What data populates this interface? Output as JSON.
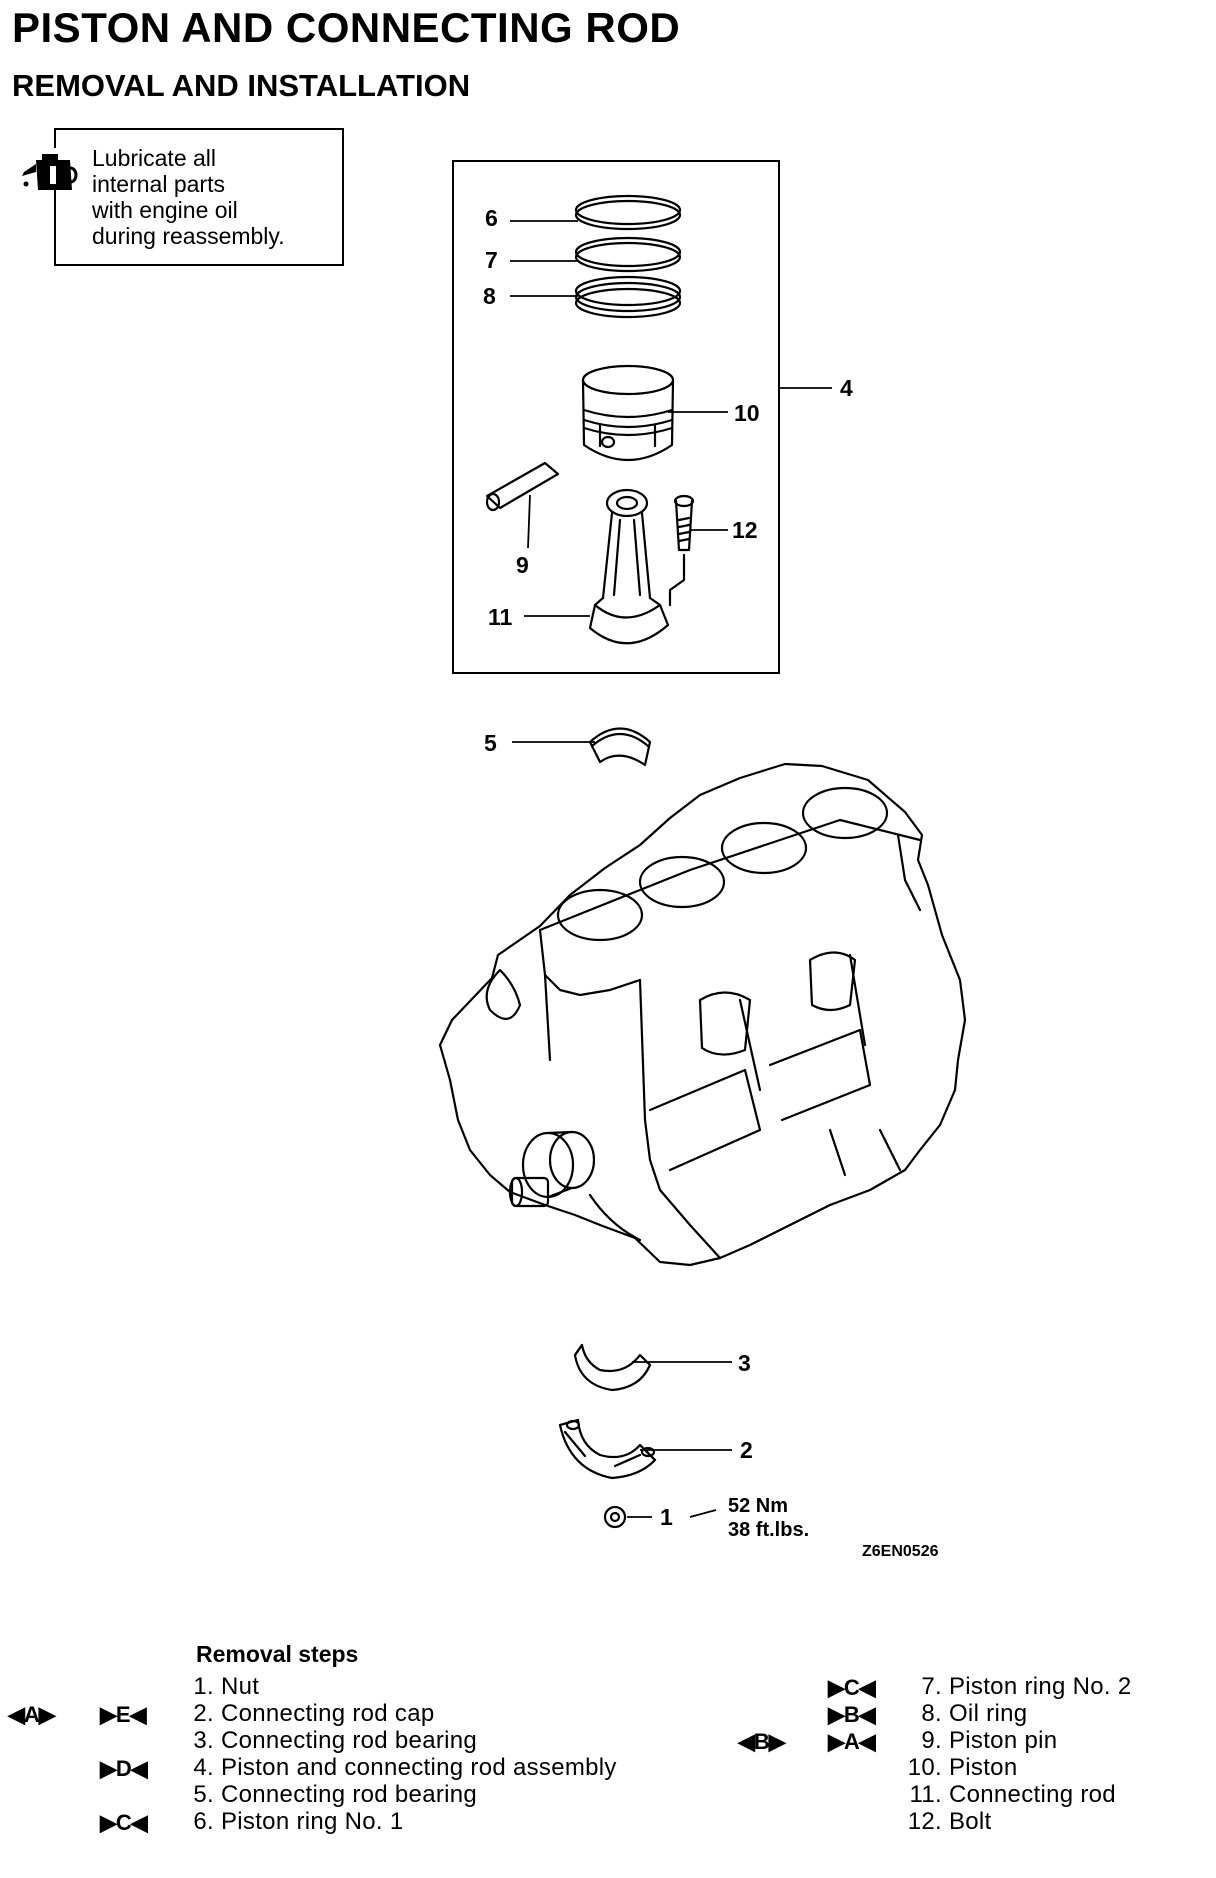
{
  "header": {
    "title": "PISTON AND CONNECTING ROD",
    "subtitle": "REMOVAL AND INSTALLATION"
  },
  "note": {
    "icon": "oil-can-icon",
    "lines": [
      "Lubricate all",
      "internal parts",
      "with engine oil",
      "during reassembly."
    ]
  },
  "diagram": {
    "callouts": [
      "6",
      "7",
      "8",
      "4",
      "10",
      "9",
      "12",
      "11",
      "5",
      "3",
      "2",
      "1"
    ],
    "torque": {
      "nm": "52 Nm",
      "ftlbs": "38 ft.lbs."
    },
    "figure_code": "Z6EN0526"
  },
  "removal": {
    "title": "Removal steps",
    "left_steps": [
      {
        "badge_a": "",
        "badge_b": "",
        "num": "1.",
        "text": "Nut"
      },
      {
        "badge_a": "◀A▶",
        "badge_b": "▶E◀",
        "num": "2.",
        "text": "Connecting rod cap"
      },
      {
        "badge_a": "",
        "badge_b": "",
        "num": "3.",
        "text": "Connecting rod bearing"
      },
      {
        "badge_a": "",
        "badge_b": "▶D◀",
        "num": "4.",
        "text": "Piston and connecting rod assembly"
      },
      {
        "badge_a": "",
        "badge_b": "",
        "num": "5.",
        "text": "Connecting rod bearing"
      },
      {
        "badge_a": "",
        "badge_b": "▶C◀",
        "num": "6.",
        "text": "Piston ring No. 1"
      }
    ],
    "right_steps": [
      {
        "badge_a": "",
        "badge_b": "▶C◀",
        "num": "7.",
        "text": "Piston ring No. 2"
      },
      {
        "badge_a": "",
        "badge_b": "▶B◀",
        "num": "8.",
        "text": "Oil ring"
      },
      {
        "badge_a": "◀B▶",
        "badge_b": "▶A◀",
        "num": "9.",
        "text": "Piston pin"
      },
      {
        "badge_a": "",
        "badge_b": "",
        "num": "10.",
        "text": "Piston"
      },
      {
        "badge_a": "",
        "badge_b": "",
        "num": "11.",
        "text": "Connecting rod"
      },
      {
        "badge_a": "",
        "badge_b": "",
        "num": "12.",
        "text": "Bolt"
      }
    ]
  }
}
